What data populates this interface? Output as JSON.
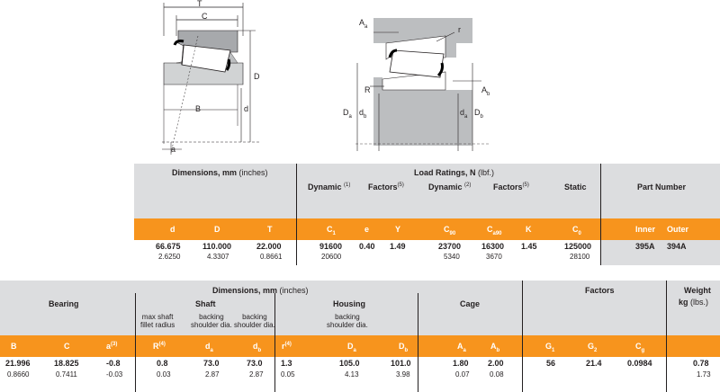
{
  "diagram_left": {
    "labels": {
      "T": "T",
      "C": "C",
      "D": "D",
      "B": "B",
      "d": "d",
      "a": "a"
    }
  },
  "diagram_right": {
    "labels": {
      "Aa": "A",
      "Aa_sub": "a",
      "r": "r",
      "R": "R",
      "Ab": "A",
      "Ab_sub": "b",
      "Da": "D",
      "Da_sub": "a",
      "db": "d",
      "db_sub": "b",
      "da": "d",
      "da_sub": "a",
      "Db": "D",
      "Db_sub": "b"
    }
  },
  "table1": {
    "dimensions_header": "Dimensions, mm",
    "dimensions_unit": "(inches)",
    "load_header": "Load Ratings, N",
    "load_unit": "(lbf.)",
    "dynamic1": "Dynamic",
    "dynamic1_sup": "(1)",
    "factors1": "Factors",
    "factors1_sup": "(5)",
    "dynamic2": "Dynamic",
    "dynamic2_sup": "(2)",
    "factors2": "Factors",
    "factors2_sup": "(5)",
    "static": "Static",
    "part_number": "Part Number",
    "cols": {
      "d": "d",
      "D": "D",
      "T": "T",
      "C1": "C",
      "C1_sub": "1",
      "e": "e",
      "Y": "Y",
      "C90": "C",
      "C90_sub": "90",
      "Ca90": "C",
      "Ca90_sub": "a90",
      "K": "K",
      "C0": "C",
      "C0_sub": "0",
      "inner": "Inner",
      "outer": "Outer"
    },
    "row_mm": {
      "d": "66.675",
      "D": "110.000",
      "T": "22.000",
      "C1": "91600",
      "e": "0.40",
      "Y": "1.49",
      "C90": "23700",
      "Ca90": "16300",
      "K": "1.45",
      "C0": "125000",
      "inner": "395A",
      "outer": "394A"
    },
    "row_in": {
      "d": "2.6250",
      "D": "4.3307",
      "T": "0.8661",
      "C1": "20600",
      "C90": "5340",
      "Ca90": "3670",
      "C0": "28100"
    }
  },
  "table2": {
    "dimensions_header": "Dimensions, mm",
    "dimensions_unit": "(inches)",
    "bearing": "Bearing",
    "shaft": "Shaft",
    "housing": "Housing",
    "cage": "Cage",
    "factors": "Factors",
    "weight": "Weight",
    "weight_unit": "kg",
    "weight_unit2": "(lbs.)",
    "shaft_sub1a": "max shaft",
    "shaft_sub1b": "fillet radius",
    "shaft_sub2a": "backing",
    "shaft_sub2b": "shoulder dia.",
    "shaft_sub3a": "backing",
    "shaft_sub3b": "shoulder dia.",
    "housing_sub_a": "backing",
    "housing_sub_b": "shoulder dia.",
    "cols": {
      "B": "B",
      "C": "C",
      "a": "a",
      "a_sup": "(3)",
      "R": "R",
      "R_sup": "(4)",
      "da": "d",
      "da_sub": "a",
      "db": "d",
      "db_sub": "b",
      "r": "r",
      "r_sup": "(4)",
      "Da": "D",
      "Da_sub": "a",
      "Db": "D",
      "Db_sub": "b",
      "Aa": "A",
      "Aa_sub": "a",
      "Ab": "A",
      "Ab_sub": "b",
      "G1": "G",
      "G1_sub": "1",
      "G2": "G",
      "G2_sub": "2",
      "Cg": "C",
      "Cg_sub": "g"
    },
    "row_mm": {
      "B": "21.996",
      "C": "18.825",
      "a": "-0.8",
      "R": "0.8",
      "da": "73.0",
      "db": "73.0",
      "r": "1.3",
      "Da": "105.0",
      "Db": "101.0",
      "Aa": "1.80",
      "Ab": "2.00",
      "G1": "56",
      "G2": "21.4",
      "Cg": "0.0984",
      "weight": "0.78"
    },
    "row_in": {
      "B": "0.8660",
      "C": "0.7411",
      "a": "-0.03",
      "R": "0.03",
      "da": "2.87",
      "db": "2.87",
      "r": "0.05",
      "Da": "4.13",
      "Db": "3.98",
      "Aa": "0.07",
      "Ab": "0.08",
      "weight": "1.73"
    }
  }
}
